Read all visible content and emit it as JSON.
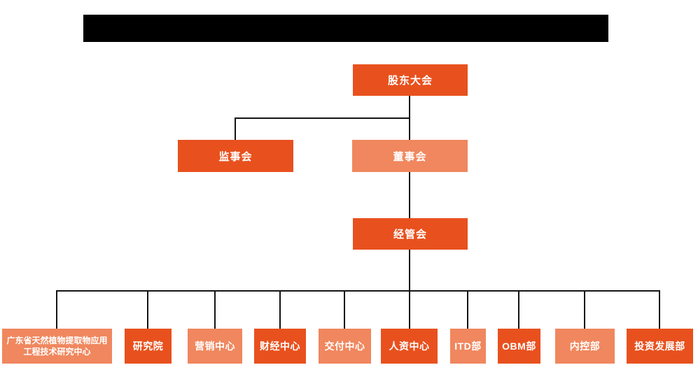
{
  "colors": {
    "primary": "#e8511e",
    "secondary": "#f0875e",
    "line": "#141414",
    "redacted": "#000000",
    "text": "#ffffff",
    "background": "#ffffff"
  },
  "org": {
    "root": {
      "label": "股东大会"
    },
    "supervisory": {
      "label": "监事会"
    },
    "board": {
      "label": "董事会"
    },
    "management": {
      "label": "经管会"
    },
    "departments": [
      {
        "label": "广东省天然植物提取物应用工程技术研究中心"
      },
      {
        "label": "研究院"
      },
      {
        "label": "营销中心"
      },
      {
        "label": "财经中心"
      },
      {
        "label": "交付中心"
      },
      {
        "label": "人资中心"
      },
      {
        "label": "ITD部"
      },
      {
        "label": "OBM部"
      },
      {
        "label": "内控部"
      },
      {
        "label": "投资发展部"
      }
    ],
    "hierarchy": {
      "root_children": [
        "监事会",
        "董事会"
      ],
      "board_child": "经管会",
      "management_children": [
        "广东省天然植物提取物应用工程技术研究中心",
        "研究院",
        "营销中心",
        "财经中心",
        "交付中心",
        "人资中心",
        "ITD部",
        "OBM部",
        "内控部",
        "投资发展部"
      ]
    }
  }
}
